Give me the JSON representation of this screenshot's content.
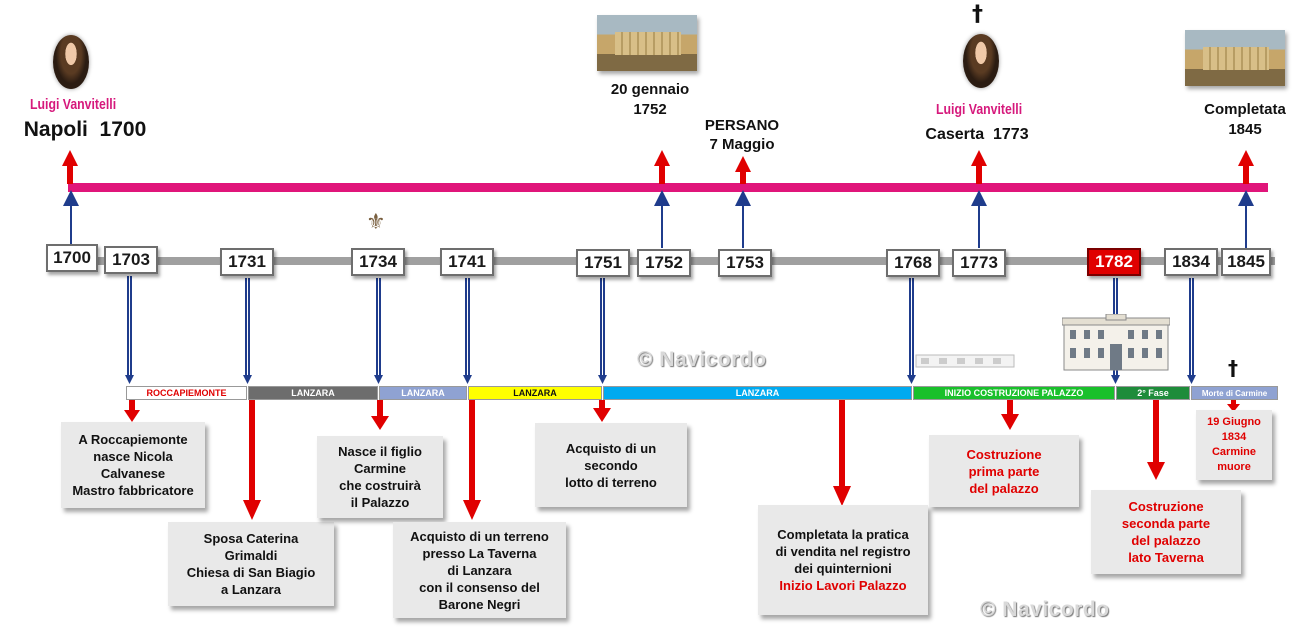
{
  "top_labels": {
    "birth_name": "Luigi Vanvitelli",
    "birth_place": "Napoli  1700",
    "date_1752": "20 gennaio\n1752",
    "persano": "PERSANO\n7 Maggio",
    "death_name": "Luigi Vanvitelli",
    "death_place": "Caserta  1773",
    "completed": "Completata\n1845"
  },
  "years": [
    "1700",
    "1703",
    "1731",
    "1734",
    "1741",
    "1751",
    "1752",
    "1753",
    "1768",
    "1773",
    "1782",
    "1834",
    "1845"
  ],
  "highlight_year": "1782",
  "segments": [
    {
      "label": "ROCCAPIEMONTE",
      "bg": "#ffffff",
      "fg": "#e00000"
    },
    {
      "label": "LANZARA",
      "bg": "#6d6d6d",
      "fg": "#ffffff"
    },
    {
      "label": "LANZARA",
      "bg": "#8fa2d2",
      "fg": "#ffffff"
    },
    {
      "label": "LANZARA",
      "bg": "#ffff00",
      "fg": "#111111"
    },
    {
      "label": "LANZARA",
      "bg": "#00aaf0",
      "fg": "#ffffff"
    },
    {
      "label": "INIZIO  COSTRUZIONE  PALAZZO",
      "bg": "#19c02b",
      "fg": "#ffffff"
    },
    {
      "label": "2° Fase",
      "bg": "#1e8c3a",
      "fg": "#ffffff"
    },
    {
      "label": "Morte di Carmine",
      "bg": "#8fa2d2",
      "fg": "#ffffff"
    }
  ],
  "notes": {
    "roccapiemonte": "A Roccapiemonte\nnasce Nicola\nCalvanese\nMastro fabbricatore",
    "sposa": "Sposa Caterina\nGrimaldi\nChiesa di San Biagio\na Lanzara",
    "figlio": "Nasce il figlio\nCarmine\nche costruirà\nil Palazzo",
    "terreno": "Acquisto di un terreno\npresso La Taverna\ndi Lanzara\ncon il consenso del\nBarone Negri",
    "secondo_lotto": "Acquisto di un\nsecondo\nlotto di terreno",
    "pratica": "Completata la pratica\ndi vendita nel registro\ndei quinternioni",
    "pratica_red": "Inizio Lavori Palazzo",
    "prima_parte": "Costruzione\nprima parte\ndel palazzo",
    "seconda_parte": "Costruzione\nseconda parte\ndel palazzo\nlato Taverna",
    "morte": "19 Giugno\n1834\nCarmine\nmuore"
  },
  "watermark": "© Navicordo",
  "colors": {
    "magenta": "#e0157a",
    "arrow_red": "#e00000",
    "arrow_blue": "#1f3c8c",
    "timeline_gray": "#a0a0a0"
  },
  "icons": [
    "portrait-vanvitelli",
    "painting-reggia",
    "cross-icon",
    "fleur-icon",
    "palazzo-icon"
  ]
}
